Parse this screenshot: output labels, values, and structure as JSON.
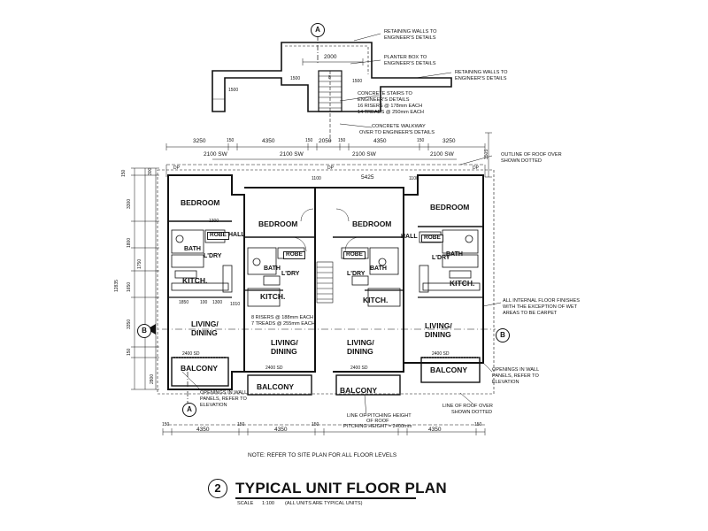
{
  "drawing": {
    "number": "2",
    "title": "TYPICAL UNIT FLOOR PLAN",
    "scale_label": "SCALE",
    "scale_value": "1:100",
    "scale_note": "(ALL UNITS ARE TYPICAL UNITS)",
    "general_note": "NOTE: REFER TO SITE PLAN FOR ALL FLOOR LEVELS"
  },
  "markers": {
    "section_a": "A",
    "section_b": "B"
  },
  "rooms": {
    "bedroom": "BEDROOM",
    "bath": "BATH",
    "ldry": "L'DRY",
    "kitch": "KITCH.",
    "living": "LIVING/",
    "dining": "DINING",
    "balcony": "BALCONY",
    "hall": "HALL",
    "robe": "ROBE",
    "dp": "DP"
  },
  "notes": {
    "retaining_top": [
      "RETAINING WALLS TO",
      "ENGINEER'S DETAILS"
    ],
    "planter": [
      "PLANTER BOX TO",
      "ENGINEER'S DETAILS"
    ],
    "retaining_right": [
      "RETAINING WALLS TO",
      "ENGINEER'S DETAILS"
    ],
    "stairs": [
      "CONCRETE STAIRS TO",
      "ENGINEER'S DETAILS",
      "16 RISERS @ 178mm EACH",
      "14 TREADS @ 250mm EACH"
    ],
    "walkway": [
      "CONCRETE WALKWAY",
      "OVER TO ENGINEER'S DETAILS"
    ],
    "roof_outline": [
      "OUTLINE OF ROOF OVER",
      "SHOWN DOTTED"
    ],
    "finishes": [
      "ALL INTERNAL FLOOR FINISHES",
      "WITH THE EXCEPTION OF WET",
      "AREAS TO BE CARPET"
    ],
    "openings_right": [
      "OPENINGS IN WALL",
      "PANELS, REFER TO",
      "ELEVATION"
    ],
    "openings_left": [
      "OPENINGS IN WALL",
      "PANELS, REFER TO",
      "ELEVATION"
    ],
    "roof_line": [
      "LINE OF ROOF OVER",
      "SHOWN DOTTED"
    ],
    "pitching": [
      "LINE OF PITCHING HEIGHT",
      "OF ROOF",
      "PITCHING HEIGHT = 2400mm"
    ],
    "risers": [
      "8 RISERS @ 188mm EACH",
      "7 TREADS @ 255mm EACH"
    ]
  },
  "dimensions": {
    "top": [
      "3250",
      "150",
      "4350",
      "150",
      "2050",
      "150",
      "4350",
      "150",
      "3250"
    ],
    "windows": [
      "2100 SW",
      "2100 SW",
      "2100 SW",
      "2100 SW"
    ],
    "stair_box": [
      "2000",
      "1500",
      "1500",
      "8",
      "1500"
    ],
    "bottom": [
      "150",
      "4350",
      "150",
      "4350",
      "150",
      "4350",
      "150"
    ],
    "left_chain": [
      "300",
      "150",
      "3300",
      "1800",
      "1750",
      "1650",
      "3350",
      "150",
      "2800"
    ],
    "left_total": "12835",
    "right_top": "3505",
    "center": [
      "1100",
      "5425",
      "1100"
    ],
    "kitchen": [
      "1850",
      "100",
      "1300",
      "1010"
    ],
    "hall_dim": "1300",
    "balcony_window": "2400 SD"
  }
}
